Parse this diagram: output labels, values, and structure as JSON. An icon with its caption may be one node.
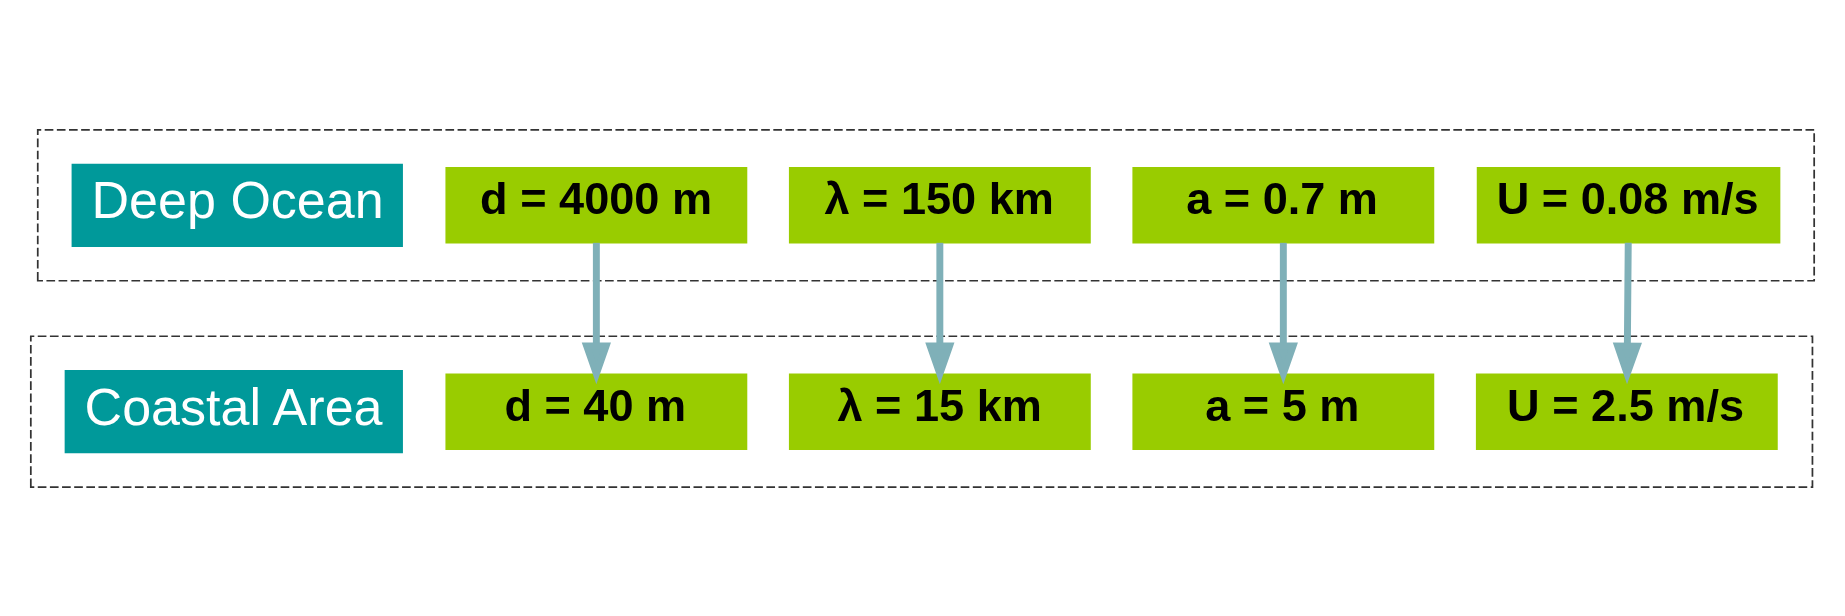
{
  "diagram": {
    "nodes": [
      {
        "text": [],
        "shape": "box"
      },
      {
        "text": [
          "Deep Ocean"
        ],
        "in": 0
      },
      {
        "text": [
          "d = 4000 m"
        ],
        "in": 0
      },
      {
        "text": [
          "λ = 150 km"
        ],
        "in": 0
      },
      {
        "text": [
          "a = 0.7 m"
        ],
        "in": 0
      },
      {
        "text": [
          "U = 0.08 m/s"
        ],
        "in": 0
      },
      {
        "text": [],
        "shape": "box"
      },
      {
        "text": [
          "Coastal Area"
        ],
        "in": 6
      },
      {
        "text": [
          "d = 40 m"
        ],
        "in": 6
      },
      {
        "text": [
          "λ = 15 km"
        ],
        "in": 6
      },
      {
        "text": [
          "a = 5 m"
        ],
        "in": 6
      },
      {
        "text": [
          "U = 2.5 m/s"
        ],
        "in": 6
      }
    ],
    "edges": [
      {
        "from": 2,
        "to": 8,
        "arrow": "to"
      },
      {
        "from": 3,
        "to": 9,
        "arrow": "to"
      },
      {
        "from": 4,
        "to": 10,
        "arrow": "to"
      },
      {
        "from": 5,
        "to": 11,
        "arrow": "to"
      }
    ]
  }
}
